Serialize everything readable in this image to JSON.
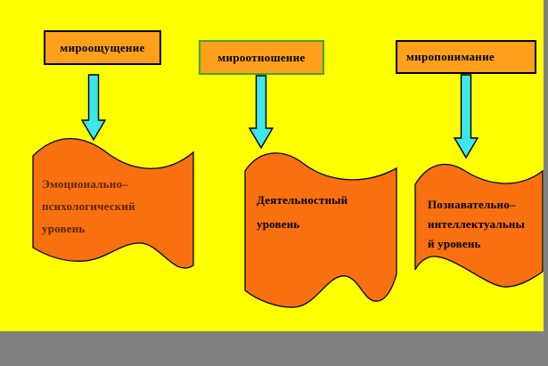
{
  "diagram": {
    "top_labels": [
      {
        "text": "мироощущение"
      },
      {
        "text": "мироотношение"
      },
      {
        "text": "миропонимание"
      }
    ],
    "levels": [
      {
        "lines": [
          "Эмоционально–",
          "психологический",
          "уровень"
        ]
      },
      {
        "lines": [
          "Деятельностный",
          "уровень"
        ]
      },
      {
        "lines": [
          "Познавательно–",
          "интеллектуальны",
          "й уровень"
        ]
      }
    ],
    "icons": {
      "arrow_1": "down-arrow-icon",
      "arrow_2": "down-arrow-icon",
      "arrow_3": "down-arrow-icon"
    }
  },
  "colors": {
    "slide_background": "#FFFF00",
    "frame_gray": "#808080",
    "box_fill": "#FFA01C",
    "box_border_1": "#000000",
    "box_border_2": "#3FA435",
    "box_border_3": "#000000",
    "wave_fill": "#F8700F",
    "wave_stroke": "#000000",
    "arrow_fill": "#3EE6EE",
    "level1_text": "#5A2500",
    "level2_text": "#000000",
    "level3_text": "#000000"
  }
}
